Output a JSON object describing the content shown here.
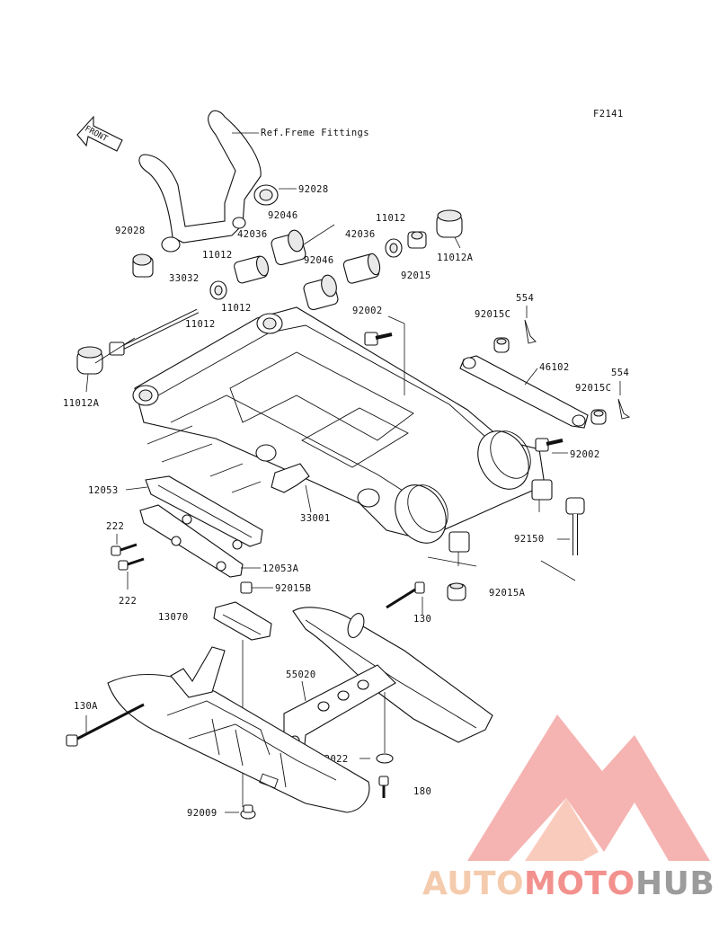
{
  "figure_code": "F2141",
  "front_arrow_label": "FRONT",
  "labels": {
    "ref_frame": "Ref.Freme Fittings",
    "p92028_a": "92028",
    "p92028_b": "92028",
    "p92046_a": "92046",
    "p92046_b": "92046",
    "p42036_a": "42036",
    "p42036_b": "42036",
    "p11012_a": "11012",
    "p11012_b": "11012",
    "p11012_c": "11012",
    "p11012_d": "11012",
    "p11012A_a": "11012A",
    "p11012A_b": "11012A",
    "p92015": "92015",
    "p33032": "33032",
    "p92002_a": "92002",
    "p92002_b": "92002",
    "p554_a": "554",
    "p554_b": "554",
    "p92015C_a": "92015C",
    "p92015C_b": "92015C",
    "p46102": "46102",
    "p12053": "12053",
    "p12053A": "12053A",
    "p33001": "33001",
    "p222_a": "222",
    "p222_b": "222",
    "p92150": "92150",
    "p92015A": "92015A",
    "p92015B": "92015B",
    "p13070": "13070",
    "p130": "130",
    "p55020": "55020",
    "p130A": "130A",
    "p92022": "92022",
    "p180": "180",
    "p92009": "92009"
  },
  "watermark": {
    "part1": "AUTO",
    "part2": "MOTO",
    "part3": "HUB",
    "color_light": "#f2c2a8",
    "color_mid": "#f08a86",
    "color_dark": "#8a8a8a"
  }
}
